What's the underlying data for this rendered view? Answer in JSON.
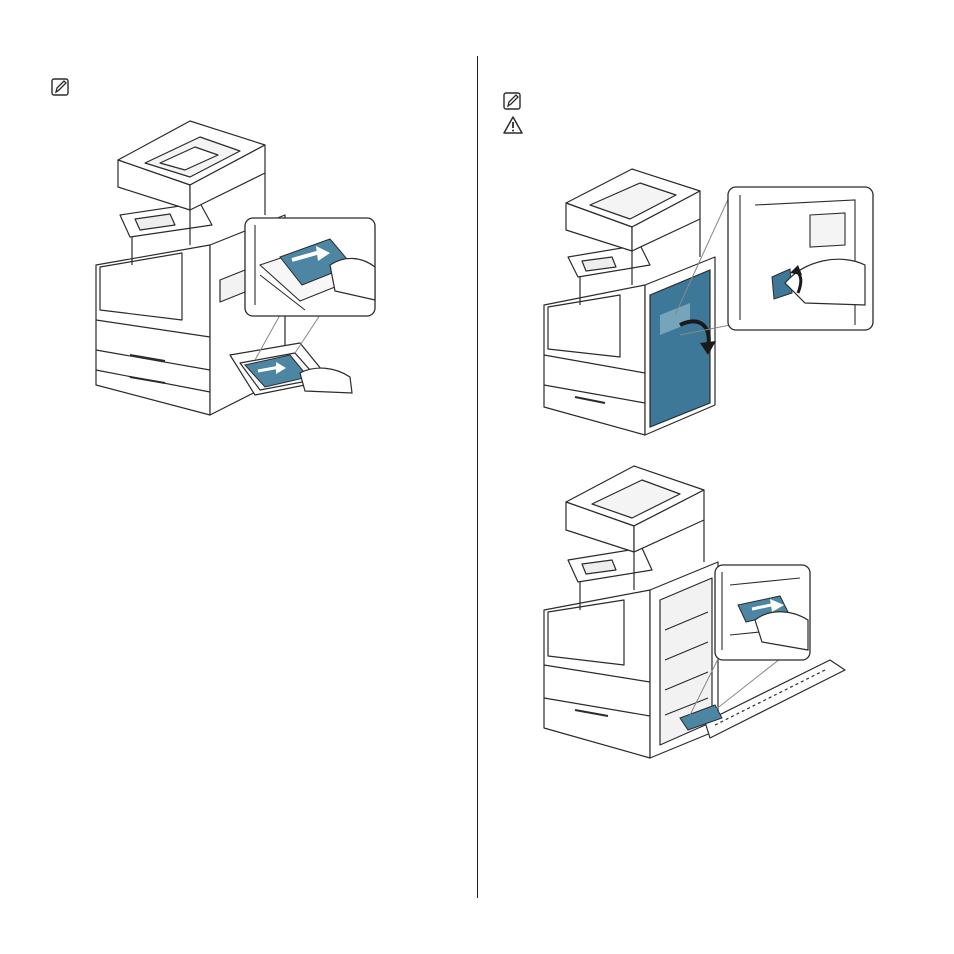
{
  "left_column": {
    "note_icon": "note-icon",
    "illustration": "printer-multipurpose-tray-jam-illustration"
  },
  "right_column": {
    "note_icon": "note-icon",
    "caution_icon": "warning-triangle-icon",
    "illustration_top": "printer-right-door-open-illustration",
    "illustration_bottom": "printer-right-door-jam-removal-illustration"
  },
  "colors": {
    "line": "#2b2b2b",
    "paper_blue": "#4d86a3",
    "paper_blue_light": "#8fb6cb",
    "door_blue": "#3d7898"
  }
}
